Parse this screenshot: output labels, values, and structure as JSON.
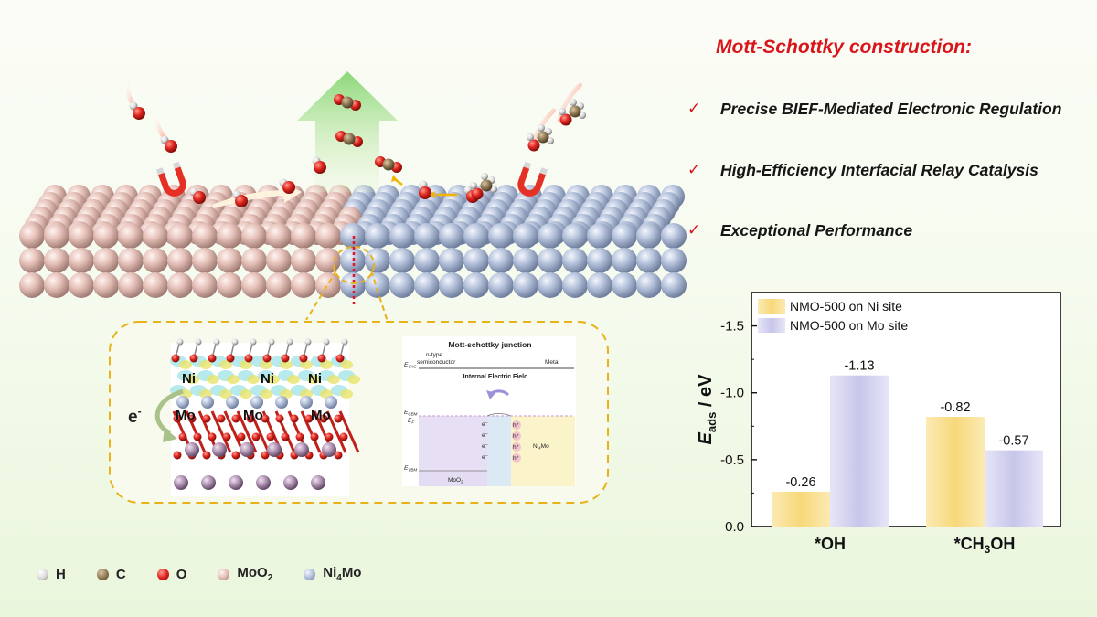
{
  "headline": "Mott-Schottky construction:",
  "bullets": [
    {
      "check": "✓",
      "text": "Precise BIEF-Mediated Electronic Regulation"
    },
    {
      "check": "✓",
      "text": "High-Efficiency Interfacial Relay Catalysis"
    },
    {
      "check": "✓",
      "text": "Exceptional Performance"
    }
  ],
  "legend": [
    {
      "label": "H",
      "color": "#d9d9d9"
    },
    {
      "label": "C",
      "color": "#8d7652"
    },
    {
      "label": "O",
      "color": "#e0261f"
    },
    {
      "label": "MoO",
      "sub": "2",
      "color": "#e8c4bd"
    },
    {
      "label": "Ni",
      "sub": "4",
      "tail": "Mo",
      "color": "#b6c3dc"
    }
  ],
  "structure_labels": {
    "ni": [
      "Ni",
      "Ni",
      "Ni"
    ],
    "mo": [
      "Mo",
      "Mo",
      "Mo"
    ],
    "electron": "e",
    "electron_sup": "-"
  },
  "band_diagram": {
    "title": "Mott-schottky junction",
    "left_label_1": "n-type",
    "left_label_2": "semiconductor",
    "right_label": "Metal",
    "evac": "E",
    "evac_sub": "VAC",
    "field": "Internal Electric Field",
    "ecbm": "E",
    "ecbm_sub": "CBM",
    "ef": "E",
    "ef_sub": "F",
    "evbm": "E",
    "evbm_sub": "VBM",
    "left_material": "MoO",
    "left_material_sub": "2",
    "right_material": "Ni",
    "right_material_sub": "4",
    "right_material_tail": "Mo",
    "electrons": [
      "e⁻",
      "e⁻",
      "e⁻",
      "e⁻"
    ],
    "holes": [
      "h⁺",
      "h⁺",
      "h⁺",
      "h⁺"
    ]
  },
  "colors": {
    "accent_red": "#d9151b",
    "moo2": "#e8c4bd",
    "ni4mo": "#b6c3dc",
    "bar_ni": "#f7d87a",
    "bar_mo": "#c7c6ea"
  },
  "chart_data": {
    "type": "bar",
    "categories": [
      "*OH",
      "*CH3OH"
    ],
    "category_display": [
      {
        "main": "*CH",
        "sub": "3",
        "tail": "OH"
      }
    ],
    "series": [
      {
        "name": "NMO-500 on Ni site",
        "values": [
          -0.26,
          -0.82
        ]
      },
      {
        "name": "NMO-500 on Mo site",
        "values": [
          -1.13,
          -0.57
        ]
      }
    ],
    "value_labels": [
      [
        "-0.26",
        "-0.82"
      ],
      [
        "-1.13",
        "-0.57"
      ]
    ],
    "ylabel": {
      "main": "E",
      "sub": "ads",
      "tail": " / eV"
    },
    "yticks": [
      0.0,
      -0.5,
      -1.0,
      -1.5
    ],
    "ytick_labels": [
      "0.0",
      "-0.5",
      "-1.0",
      "-1.5"
    ],
    "ylim": [
      0,
      -1.75
    ],
    "axis_inverted": true,
    "legend_position": "top-left",
    "grid": false
  }
}
